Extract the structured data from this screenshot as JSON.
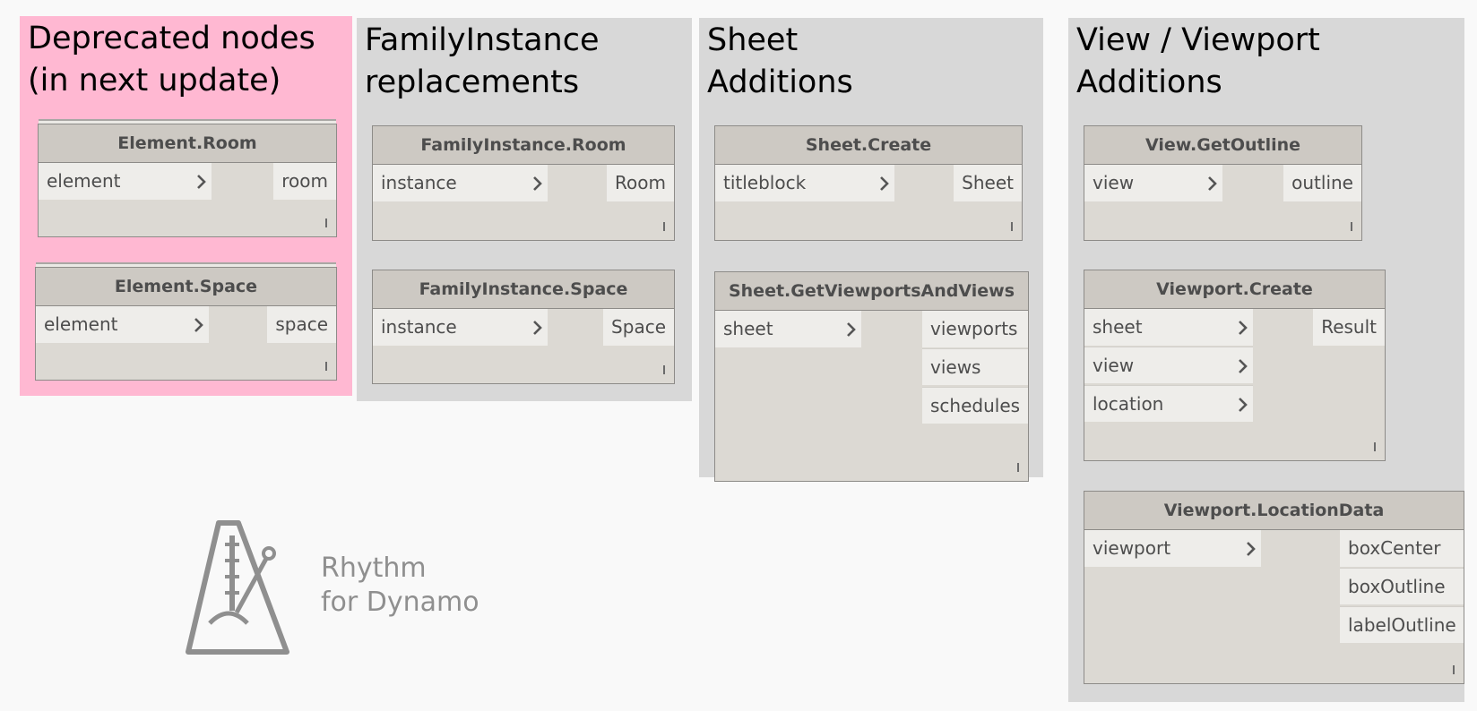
{
  "groups": [
    {
      "title": "Deprecated nodes\n(in next update)",
      "color": "#ffb8d2",
      "nodes": [
        {
          "name": "Element.Room",
          "inputs": [
            "element"
          ],
          "outputs": [
            "room"
          ],
          "stacked": true
        },
        {
          "name": "Element.Space",
          "inputs": [
            "element"
          ],
          "outputs": [
            "space"
          ],
          "stacked": true
        }
      ]
    },
    {
      "title": "FamilyInstance\nreplacements",
      "color": "#d8d8d8",
      "nodes": [
        {
          "name": "FamilyInstance.Room",
          "inputs": [
            "instance"
          ],
          "outputs": [
            "Room"
          ]
        },
        {
          "name": "FamilyInstance.Space",
          "inputs": [
            "instance"
          ],
          "outputs": [
            "Space"
          ]
        }
      ]
    },
    {
      "title": "Sheet\nAdditions",
      "color": "#d8d8d8",
      "nodes": [
        {
          "name": "Sheet.Create",
          "inputs": [
            "titleblock"
          ],
          "outputs": [
            "Sheet"
          ]
        },
        {
          "name": "Sheet.GetViewportsAndViews",
          "inputs": [
            "sheet"
          ],
          "outputs": [
            "viewports",
            "views",
            "schedules"
          ]
        }
      ]
    },
    {
      "title": "View / Viewport\nAdditions",
      "color": "#d8d8d8",
      "nodes": [
        {
          "name": "View.GetOutline",
          "inputs": [
            "view"
          ],
          "outputs": [
            "outline"
          ]
        },
        {
          "name": "Viewport.Create",
          "inputs": [
            "sheet",
            "view",
            "location"
          ],
          "outputs": [
            "Result"
          ]
        },
        {
          "name": "Viewport.LocationData",
          "inputs": [
            "viewport"
          ],
          "outputs": [
            "boxCenter",
            "boxOutline",
            "labelOutline"
          ]
        }
      ]
    }
  ],
  "branding": {
    "line1": "Rhythm",
    "line2": "for Dynamo",
    "logo_icon": "metronome-icon",
    "color": "#8f8f8f"
  }
}
